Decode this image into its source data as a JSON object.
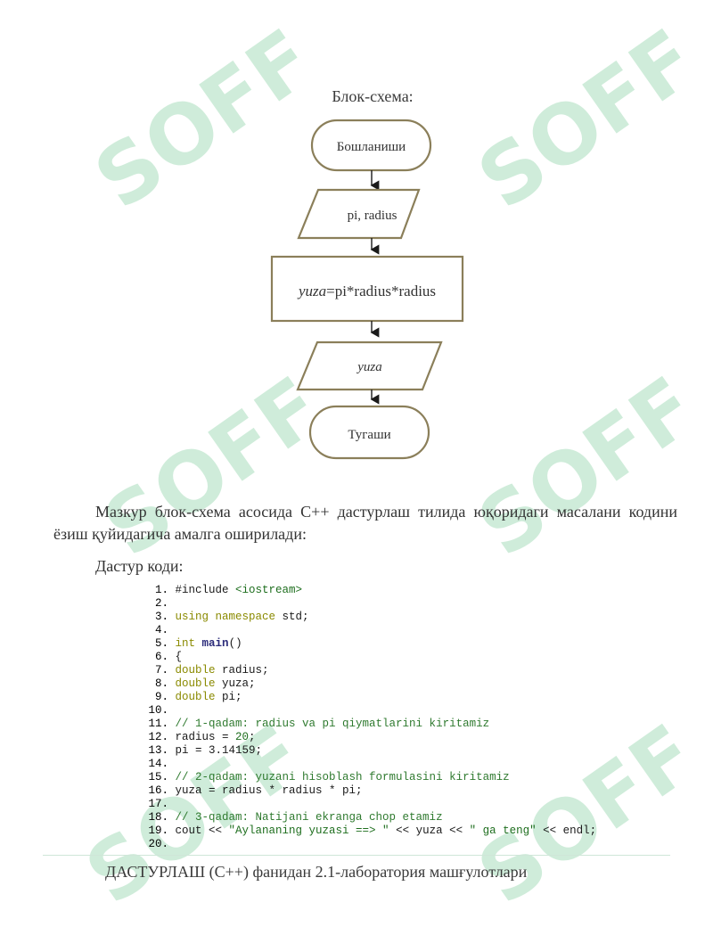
{
  "watermark": {
    "text": "SOFF",
    "color": "#8fd4a8"
  },
  "caption": "Блок-схема:",
  "flowchart": {
    "start": "Бошланиши",
    "input": "pi, radius",
    "process_var": "yuza",
    "process_rest": "=pi*radius*radius",
    "output": "yuza",
    "end": "Тугаши"
  },
  "paragraph": "Мазкур блок-схема асосида C++ дастурлаш тилида юқоридаги масалани кодини ёзиш қуйидагича амалга оширилади:",
  "code_heading": "Дастур коди:",
  "code_lines": [
    [
      [
        "n",
        "#include "
      ],
      [
        "s",
        "<iostream>"
      ]
    ],
    [],
    [
      [
        "k",
        "using namespace"
      ],
      [
        "n",
        " std;"
      ]
    ],
    [],
    [
      [
        "k",
        "int"
      ],
      [
        "n",
        " "
      ],
      [
        "f",
        "main"
      ],
      [
        "n",
        "()"
      ]
    ],
    [
      [
        "n",
        "{"
      ]
    ],
    [
      [
        "k",
        "double"
      ],
      [
        "n",
        " radius;"
      ]
    ],
    [
      [
        "k",
        "double"
      ],
      [
        "n",
        " yuza;"
      ]
    ],
    [
      [
        "k",
        "double"
      ],
      [
        "n",
        " pi;"
      ]
    ],
    [],
    [
      [
        "c",
        "// 1-qadam: radius va pi qiymatlarini kiritamiz"
      ]
    ],
    [
      [
        "n",
        "radius = "
      ],
      [
        "d",
        "20"
      ],
      [
        "n",
        ";"
      ]
    ],
    [
      [
        "n",
        "pi = 3.14159;"
      ]
    ],
    [],
    [
      [
        "c",
        "// 2-qadam: yuzani hisoblash formulasini kiritamiz"
      ]
    ],
    [
      [
        "n",
        "yuza = radius * radius * pi;"
      ]
    ],
    [],
    [
      [
        "c",
        "// 3-qadam: Natijani ekranga chop etamiz"
      ]
    ],
    [
      [
        "n",
        "cout << "
      ],
      [
        "s",
        "\"Aylananing yuzasi ==> \""
      ],
      [
        "n",
        " << yuza << "
      ],
      [
        "s",
        "\" ga teng\""
      ],
      [
        "n",
        " << endl;"
      ]
    ],
    []
  ],
  "footer": "ДАСТУРЛАШ (C++) фанидан 2.1-лаборатория машғулотлари"
}
